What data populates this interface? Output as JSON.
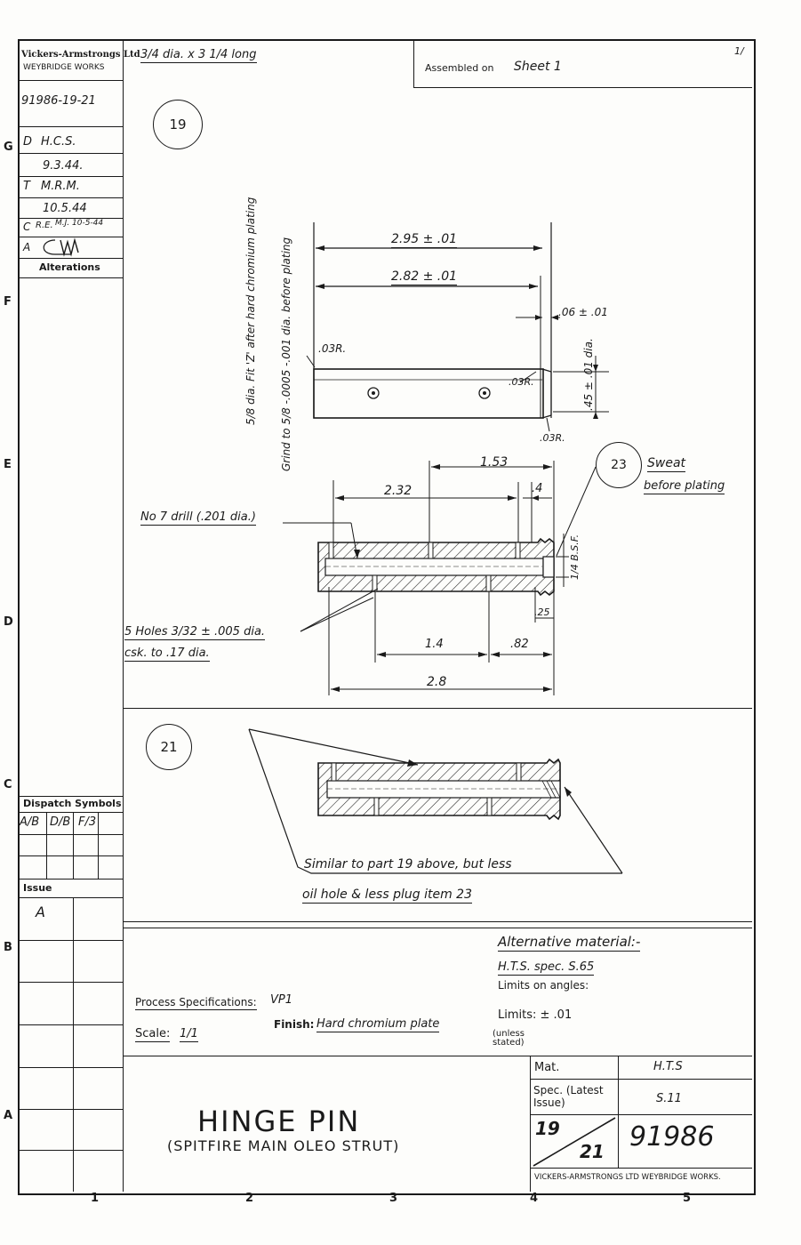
{
  "company": {
    "name": "Vickers-Armstrongs Ltd",
    "works": "WEYBRIDGE WORKS"
  },
  "drawing_ref": "91986-19-21",
  "signoffs": [
    {
      "code": "D",
      "initials": "H.C.S.",
      "date": "9.3.44."
    },
    {
      "code": "T",
      "initials": "M.R.M.",
      "date": "10.5.44"
    },
    {
      "code": "C",
      "initials": "R.E.",
      "note": "M.J. 10-5-44"
    },
    {
      "code": "A",
      "mark": "W"
    }
  ],
  "alterations_label": "Alterations",
  "stock_note": "3/4 dia. x 3 1/4 long",
  "assembled_label": "Assembled on",
  "assembled_value": "Sheet 1",
  "corner_mark": "1/",
  "row_letters": [
    "G",
    "F",
    "E",
    "D",
    "C",
    "B",
    "A"
  ],
  "col_numbers": [
    "1",
    "2",
    "3",
    "4",
    "5"
  ],
  "part19": {
    "balloon": "19",
    "side_note_1": "5/8 dia. Fit 'Z' after hard chromium plating",
    "side_note_2": "Grind to 5/8 -.0005 -.001 dia. before plating",
    "dim_overall": "2.95 ± .01",
    "dim_inner": "2.82 ± .01",
    "dim_step": ".06 ± .01",
    "dim_dia": ".45 ± .01 dia.",
    "radius_1": ".03R.",
    "radius_2": ".03R.",
    "radius_3": ".03R.",
    "dim_153": "1.53",
    "dim_232": "2.32",
    "dim_4": ".4",
    "drill_note": "No 7 drill (.201 dia.)",
    "thread_note": "1/4 B.S.F.",
    "dim_25": ".25",
    "holes_note_1": "5 Holes 3/32 ± .005 dia.",
    "holes_note_2": "csk. to .17 dia.",
    "dim_14": "1.4",
    "dim_82": ".82",
    "dim_28": "2.8",
    "item23_balloon": "23",
    "item23_note_1": "Sweat",
    "item23_note_2": "before plating"
  },
  "part21": {
    "balloon": "21",
    "note_1": "Similar to part 19 above, but less",
    "note_2": "oil hole & less plug item 23"
  },
  "dispatch": {
    "title": "Dispatch Symbols",
    "symbols": [
      "A/B",
      "D/B",
      "F/3"
    ]
  },
  "issue": {
    "title": "Issue",
    "value": "A"
  },
  "material": {
    "alt_title": "Alternative material:-",
    "alt_spec": "H.T.S. spec. S.65",
    "limits_angles": "Limits on angles:",
    "limits": "Limits: ± .01",
    "unless": "(unless stated)"
  },
  "process": {
    "label": "Process Specifications:",
    "value": "VP1"
  },
  "scale": {
    "label": "Scale:",
    "value": "1/1"
  },
  "finish": {
    "label": "Finish:",
    "value": "Hard chromium plate"
  },
  "title_block": {
    "title": "HINGE PIN",
    "subtitle": "(SPITFIRE MAIN OLEO STRUT)",
    "mat_label": "Mat.",
    "mat_value": "H.T.S",
    "spec_label": "Spec. (Latest Issue)",
    "spec_value": "S.11",
    "part_top": "19",
    "part_bottom": "21",
    "drawing_number": "91986",
    "footer": "VICKERS-ARMSTRONGS LTD WEYBRIDGE WORKS."
  }
}
